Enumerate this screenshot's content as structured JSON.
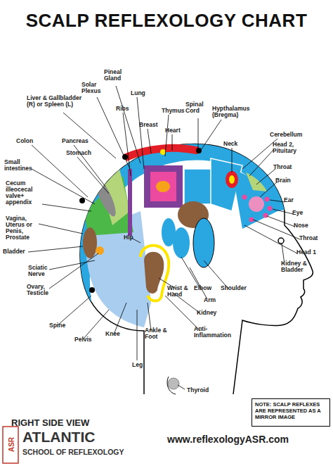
{
  "diagram": {
    "title": "SCALP REFLEXOLOGY CHART",
    "nodes": [
      {
        "text": [
          "NOTE: SCALP REFLEXES ARE REPRESENTED AS A MIRROR IMAGE"
        ]
      }
    ],
    "labels": [
      "Pineal Gland",
      "Solar Plexus",
      "Lung",
      "Liver & Gallbladder (R) or Spleen (L)",
      "Ribs",
      "Thymus",
      "Spinal Cord",
      "Hypthalamus (Bregma)",
      "Breast",
      "Heart",
      "Cerebellum",
      "Colon",
      "Pancreas",
      "Neck",
      "Head 2, Pituitary",
      "Stomach",
      "Throat",
      "Small intestines",
      "Brain",
      "Cecum illeocecal valve+ appendix",
      "Ear",
      "Eye",
      "Nose",
      "Vagina, Uterus or Penis, Prostate",
      "Throat",
      "Head 1",
      "Hip",
      "Bladder",
      "Kidney & Bladder",
      "Sciatic Nerve",
      "Wrist & Hand",
      "Elbow",
      "Shoulder",
      "Arm",
      "Ovary, Testicle",
      "Kidney",
      "Anti-Inflammation",
      "Spine",
      "Pelvis",
      "Knee",
      "Ankle & Foot",
      "Leg",
      "Thyroid",
      "RIGHT SIDE VIEW",
      "ASR",
      "ATLANTIC",
      "SCHOOL OF REFLEXOLOGY",
      "www.reflexologyASR.com"
    ]
  }
}
